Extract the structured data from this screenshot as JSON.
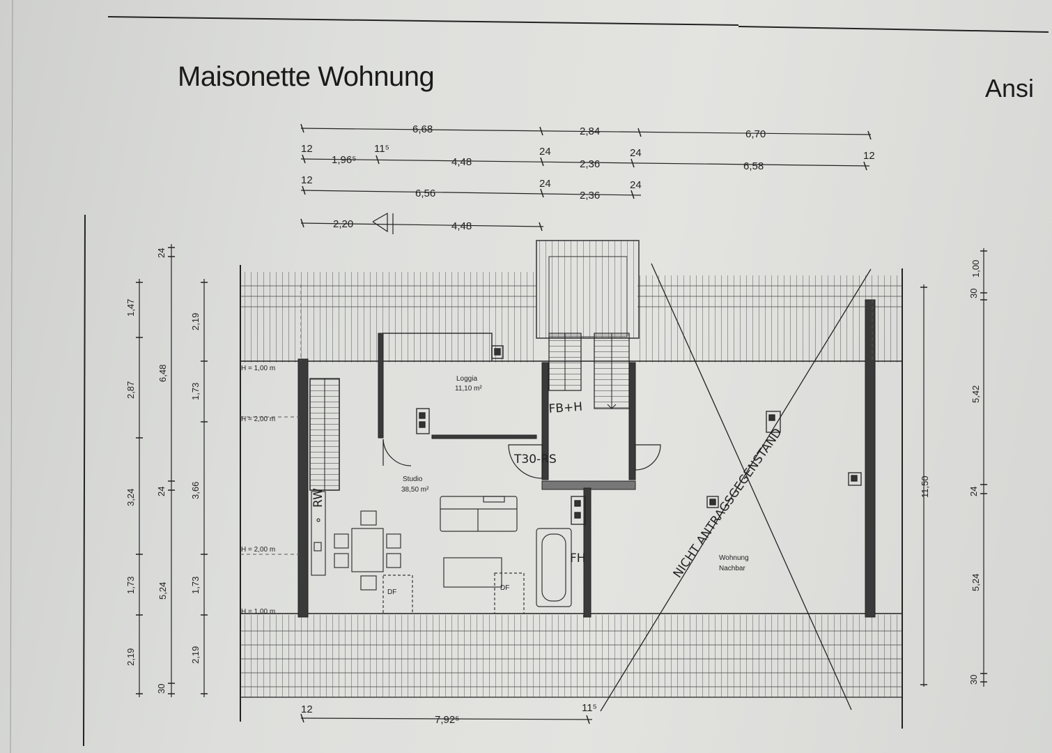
{
  "title": "Maisonette Wohnung",
  "title_right": "Ansi",
  "dims_top": {
    "row1": [
      "6,68",
      "2,84",
      "6,70"
    ],
    "row2": [
      "12",
      "1,96⁵",
      "11⁵",
      "4,48",
      "24",
      "2,36",
      "24",
      "6,58",
      "12"
    ],
    "row3": [
      "12",
      "6,56",
      "24",
      "2,36",
      "24"
    ],
    "row4": [
      "2,20",
      "4,48"
    ]
  },
  "dims_left_a": [
    "24",
    "1,47",
    "2,87",
    "3,24",
    "1,73",
    "2,19",
    "30"
  ],
  "dims_left_b": [
    "6,48",
    "24",
    "5,24"
  ],
  "dims_left_c": [
    "2,19",
    "1,73",
    "3,66",
    "1,73",
    "2,19"
  ],
  "dims_right": [
    "1,00",
    "30",
    "5,42",
    "24",
    "5,24",
    "30"
  ],
  "dims_right_total": "11,50",
  "dims_bottom": [
    "12",
    "7,92⁵",
    "11⁵"
  ],
  "heights": [
    "H = 1,00 m",
    "H = 2,00 m",
    "H = 2,00 m",
    "H = 1,00 m"
  ],
  "rooms": {
    "loggia_name": "Loggia",
    "loggia_area": "11,10 m²",
    "studio_name": "Studio",
    "studio_area": "38,50 m²",
    "neighbor_line1": "Wohnung",
    "neighbor_line2": "Nachbar"
  },
  "labels": {
    "df1": "DF",
    "df2": "DF",
    "hand_fbh": "FB+H",
    "hand_t30": "T30-RS",
    "hand_rw": "RW",
    "hand_fh": "FH",
    "hand_diag": "NICHT ANTRAGSGEGENSTAND"
  }
}
